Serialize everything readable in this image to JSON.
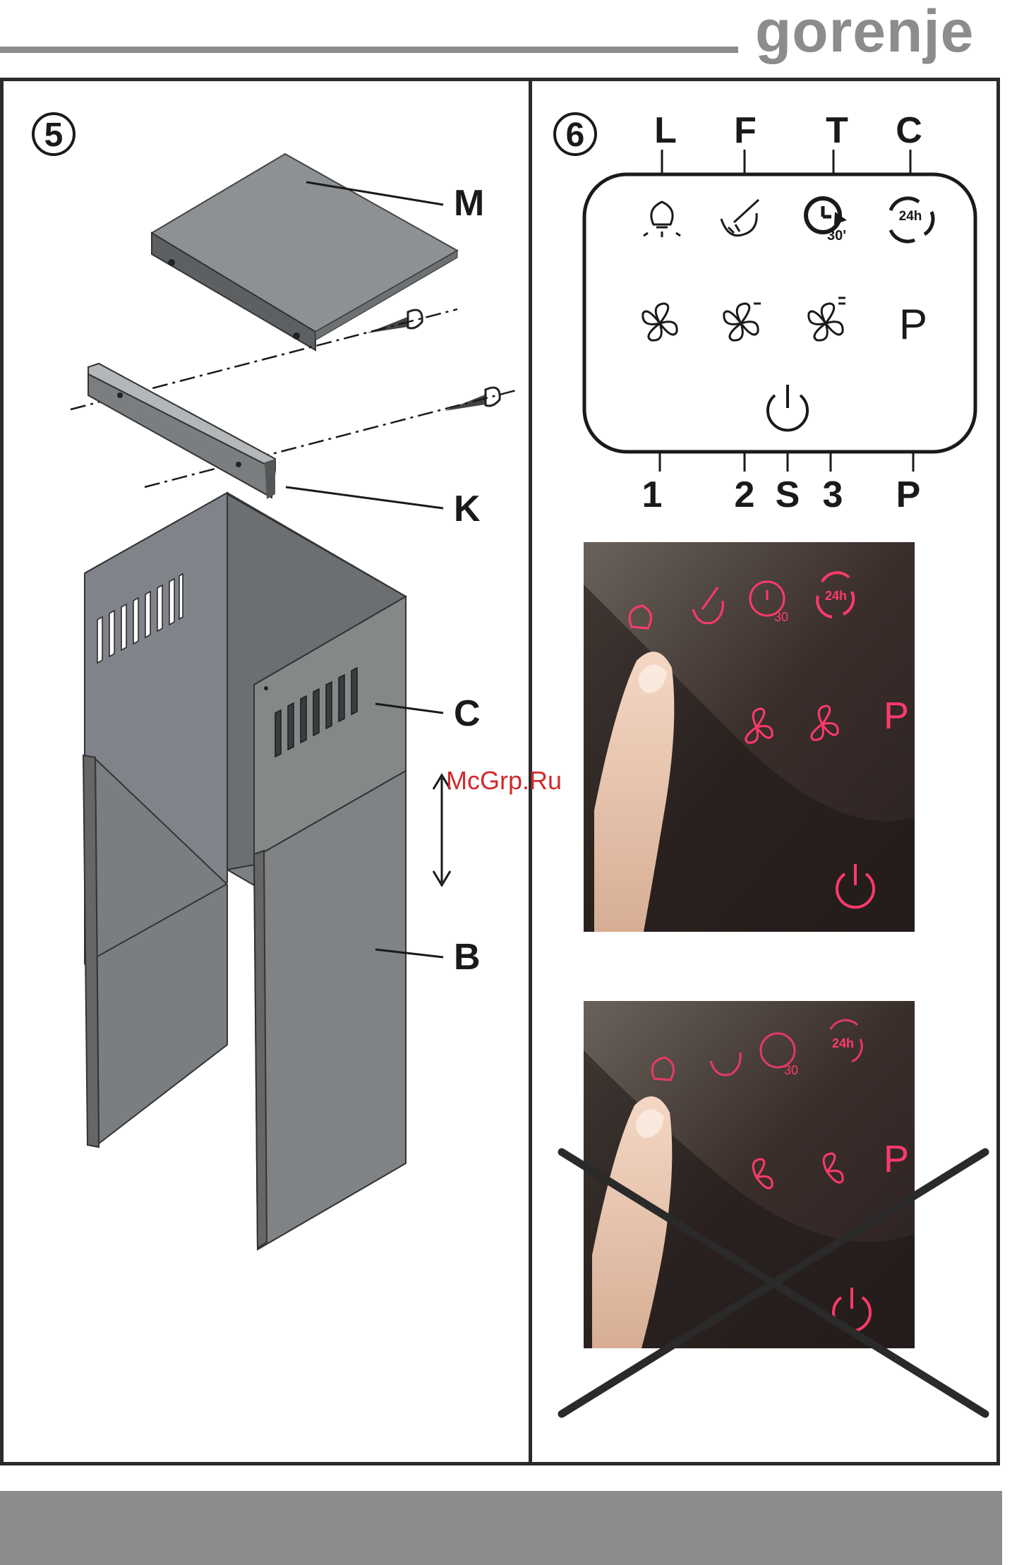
{
  "header": {
    "brand": "gorenje"
  },
  "figure5": {
    "number": "5",
    "labels": {
      "m": "M",
      "k": "K",
      "c": "C",
      "b": "B"
    }
  },
  "figure6": {
    "number": "6",
    "top_labels": [
      "L",
      "F",
      "T",
      "C"
    ],
    "bottom_labels": [
      "1",
      "2",
      "S",
      "3",
      "P"
    ],
    "panel": {
      "timer_text": "30'",
      "clean_text": "24h",
      "program_text": "P"
    },
    "photo_icons": {
      "timer": "30",
      "clean": "24h",
      "program": "P"
    }
  },
  "watermark": "McGrp.Ru",
  "colors": {
    "brand_gray": "#8c8c8c",
    "touch_glow": "#ff3a6a",
    "panel_metal": "#7d8082"
  }
}
